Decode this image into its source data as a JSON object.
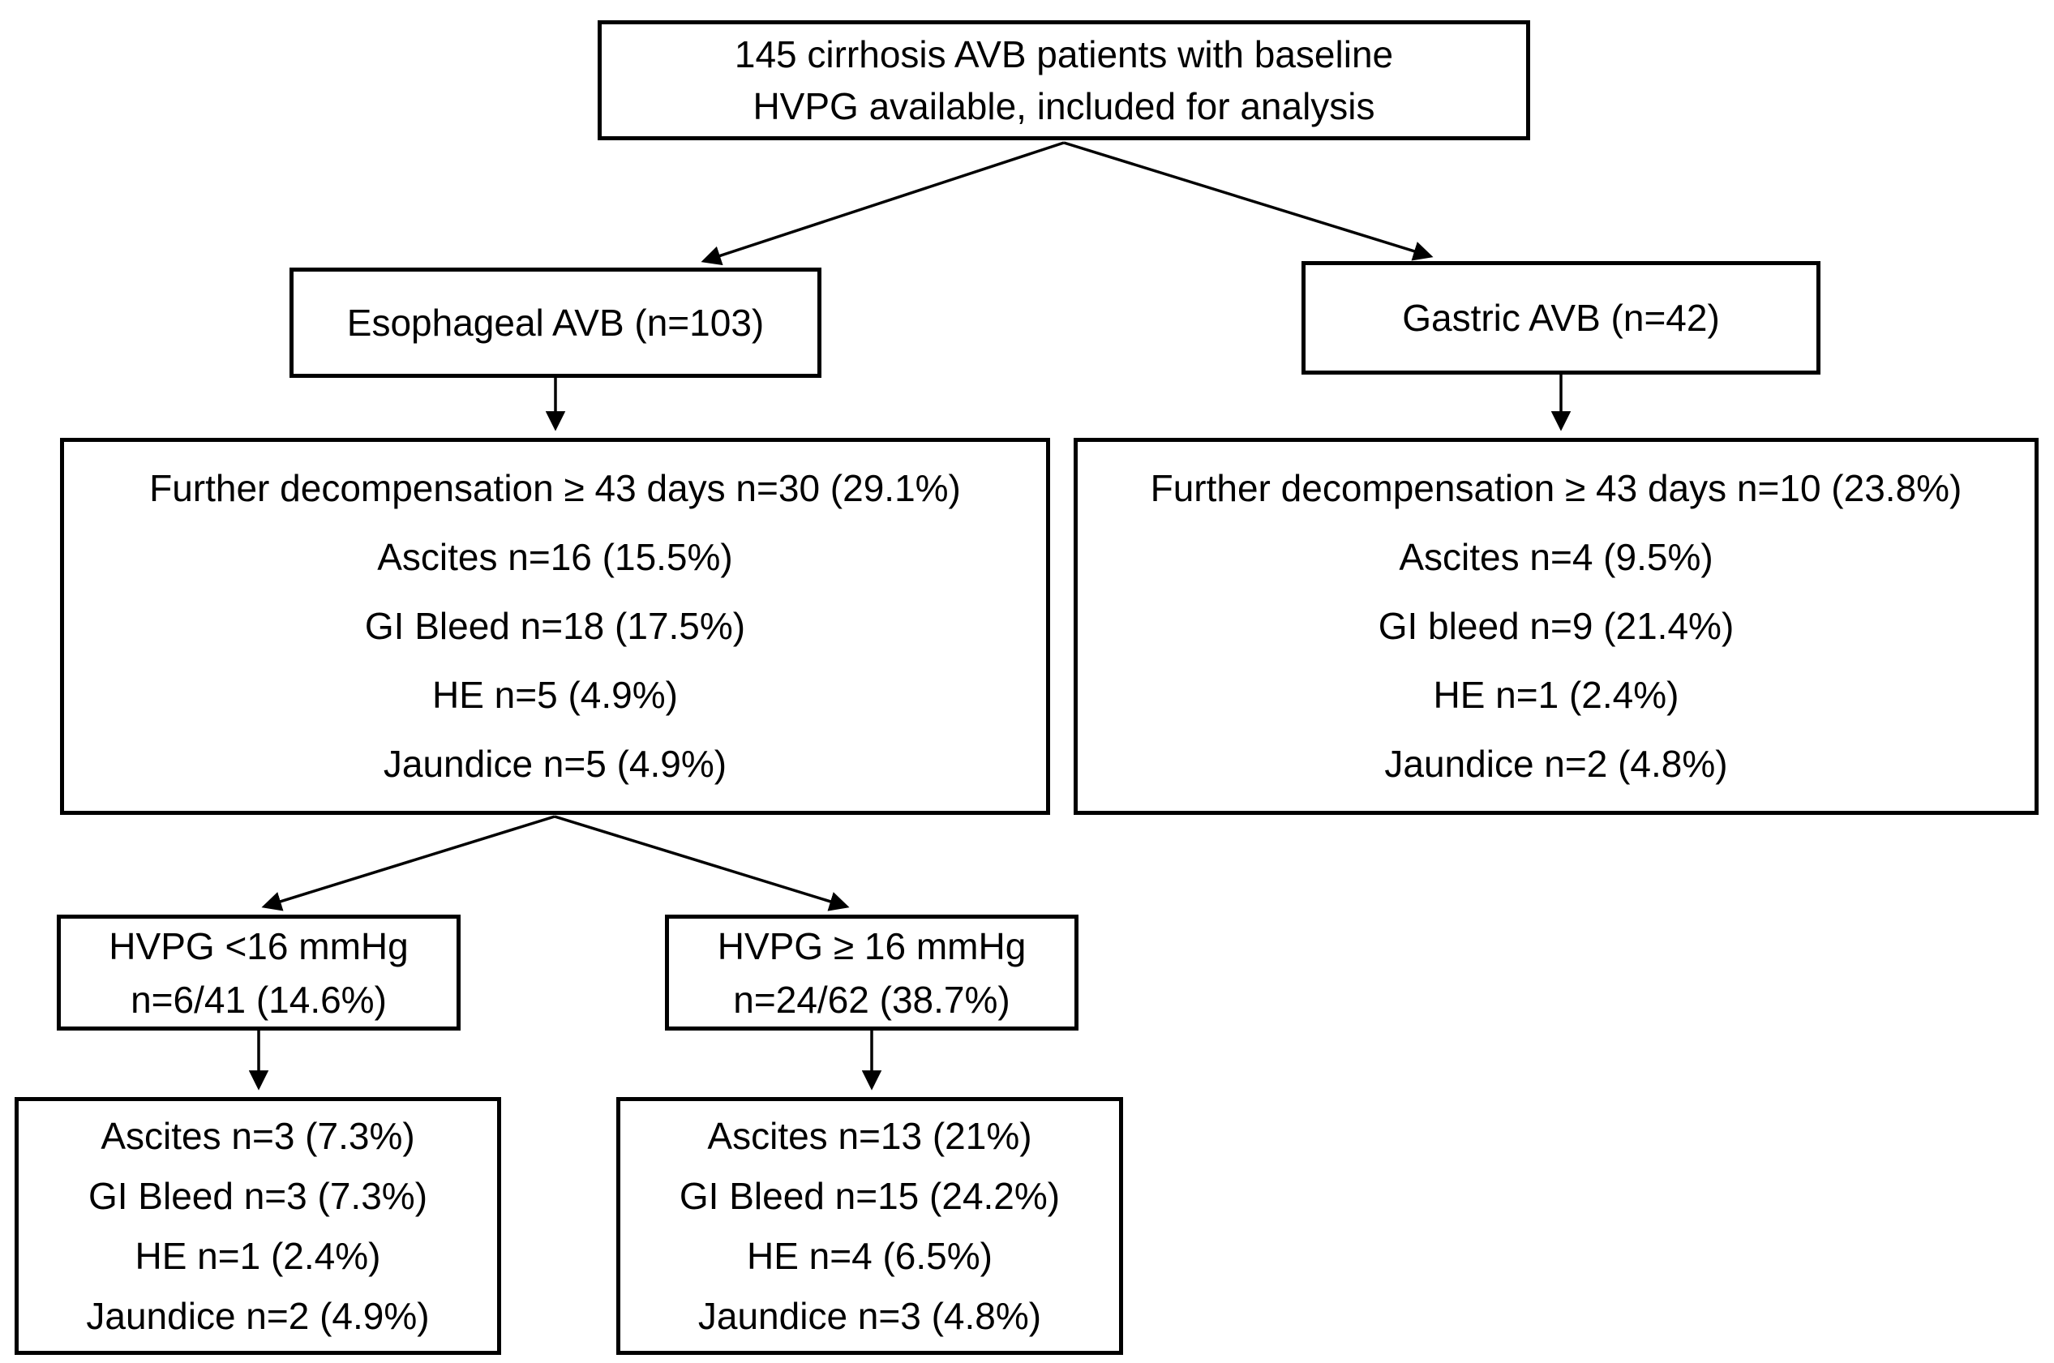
{
  "colors": {
    "background": "#ffffff",
    "box_border": "#000000",
    "text": "#000000",
    "arrow": "#000000"
  },
  "nodes": {
    "root": {
      "lines": [
        "145 cirrhosis AVB patients with baseline",
        "HVPG available, included for analysis"
      ]
    },
    "esophageal": {
      "label": "Esophageal AVB (n=103)"
    },
    "gastric": {
      "label": "Gastric AVB (n=42)"
    },
    "esophageal_outcomes": {
      "lines": [
        "Further decompensation ≥ 43 days n=30 (29.1%)",
        "Ascites n=16 (15.5%)",
        "GI Bleed n=18 (17.5%)",
        "HE n=5 (4.9%)",
        "Jaundice n=5 (4.9%)"
      ]
    },
    "gastric_outcomes": {
      "lines": [
        "Further decompensation ≥ 43 days n=10 (23.8%)",
        "Ascites n=4 (9.5%)",
        "GI bleed n=9 (21.4%)",
        "HE n=1 (2.4%)",
        "Jaundice n=2 (4.8%)"
      ]
    },
    "hvpg_low": {
      "lines": [
        "HVPG <16 mmHg",
        "n=6/41 (14.6%)"
      ]
    },
    "hvpg_high": {
      "lines": [
        "HVPG ≥ 16 mmHg",
        "n=24/62 (38.7%)"
      ]
    },
    "hvpg_low_outcomes": {
      "lines": [
        "Ascites n=3 (7.3%)",
        "GI Bleed n=3 (7.3%)",
        "HE n=1 (2.4%)",
        "Jaundice n=2 (4.9%)"
      ]
    },
    "hvpg_high_outcomes": {
      "lines": [
        "Ascites n=13 (21%)",
        "GI Bleed n=15 (24.2%)",
        "HE n=4 (6.5%)",
        "Jaundice n=3 (4.8%)"
      ]
    }
  }
}
